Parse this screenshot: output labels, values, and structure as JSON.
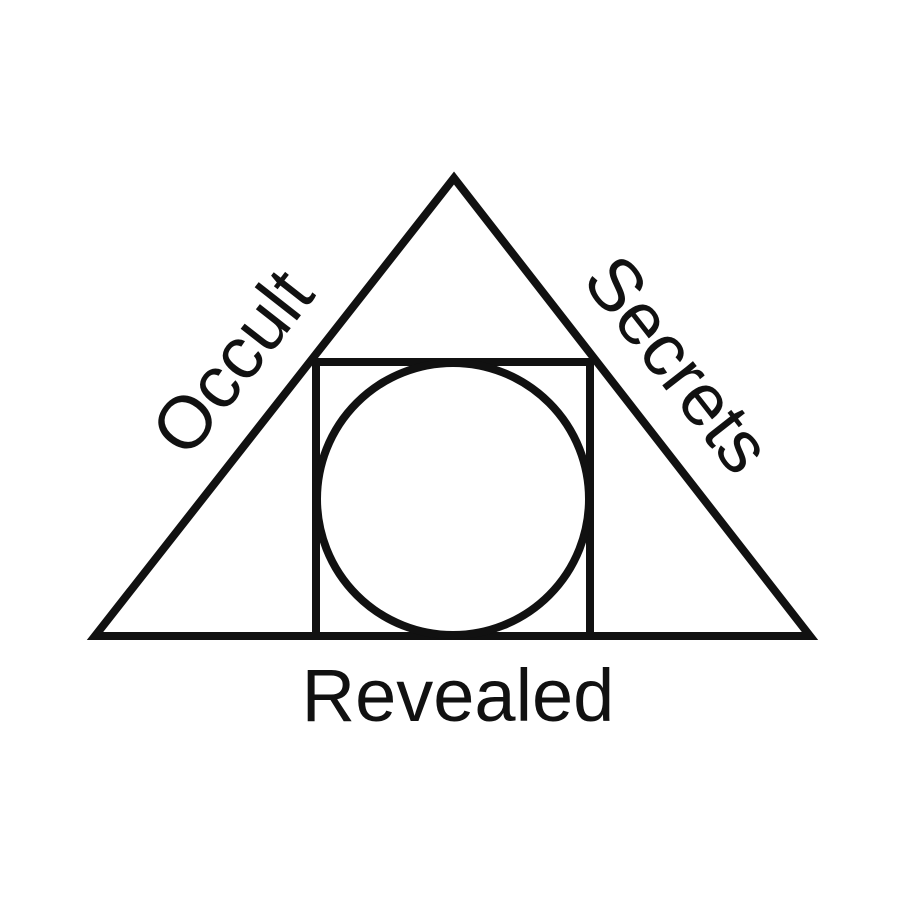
{
  "logo": {
    "word_left": "Occult",
    "word_right": "Secrets",
    "word_bottom": "Revealed"
  },
  "colors": {
    "ink": "#111111",
    "background": "#ffffff"
  }
}
